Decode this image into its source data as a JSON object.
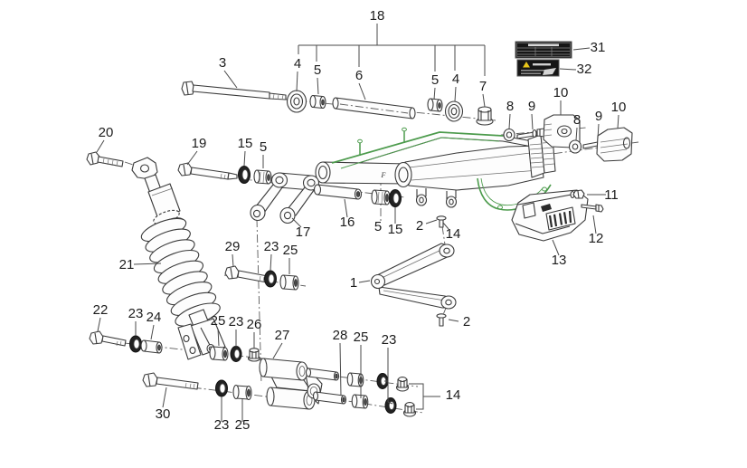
{
  "callouts": {
    "1": "1",
    "2": "2",
    "3": "3",
    "4": "4",
    "5": "5",
    "6": "6",
    "7": "7",
    "8": "8",
    "9": "9",
    "10": "10",
    "11": "11",
    "12": "12",
    "13": "13",
    "14": "14",
    "15": "15",
    "16": "16",
    "17": "17",
    "18": "18",
    "19": "19",
    "20": "20",
    "21": "21",
    "22": "22",
    "23": "23",
    "24": "24",
    "25": "25",
    "26": "26",
    "27": "27",
    "28": "28",
    "29": "29",
    "30": "30",
    "31": "31",
    "32": "32"
  },
  "marks": {
    "forging_mark": "F"
  },
  "icons": {
    "warning_icon": "⚠"
  },
  "colors": {
    "outline": "#3a3a3a",
    "leader": "#4a4a4a",
    "highlight_green": "#4c9b4c",
    "seal_dark": "#222222",
    "sticker_background": "#161616",
    "warning_yellow": "#e8c619",
    "label_text": "#1c1c1c",
    "background": "#ffffff"
  }
}
